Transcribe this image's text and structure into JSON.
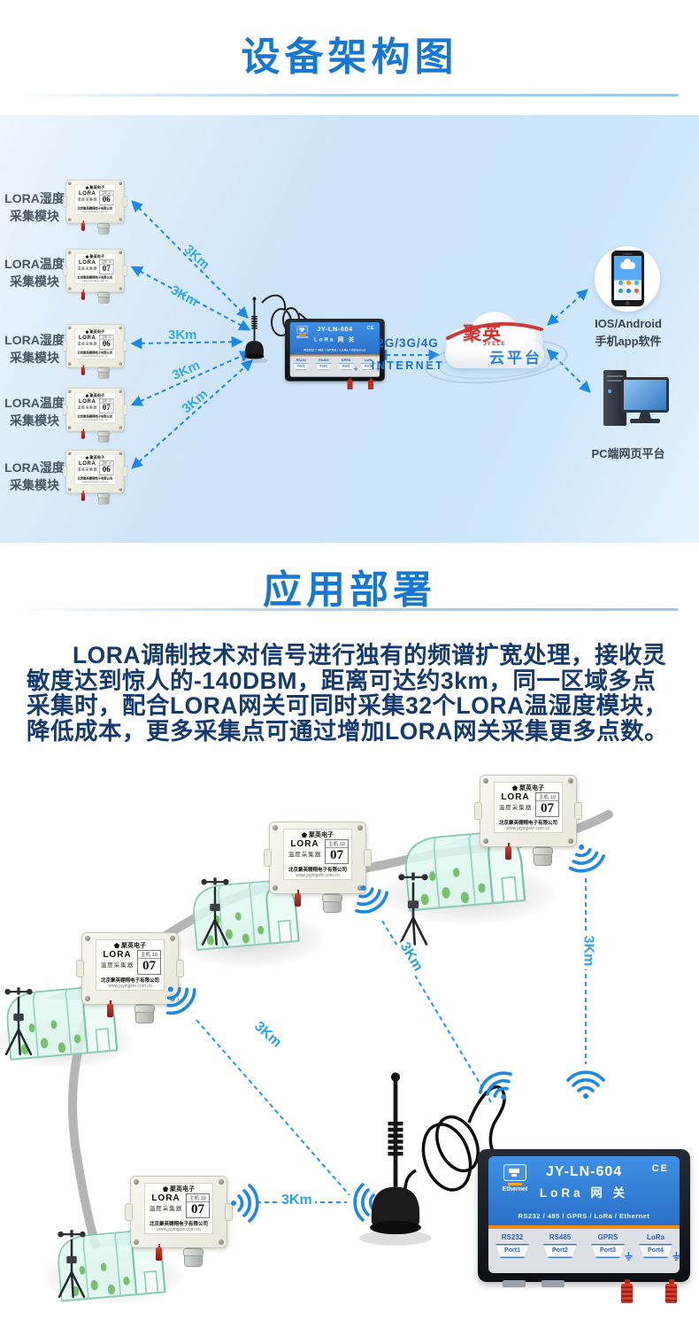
{
  "page": {
    "section1_title": "设备架构图",
    "section2_title": "应用部署"
  },
  "labels": {
    "distance": "3Km"
  },
  "architecture": {
    "sensors": [
      {
        "name_line1": "LORA湿度",
        "name_line2": "采集模块",
        "device_type": "湿度采集器",
        "number": "06"
      },
      {
        "name_line1": "LORA温度",
        "name_line2": "采集模块",
        "device_type": "温度采集器",
        "number": "07"
      },
      {
        "name_line1": "LORA湿度",
        "name_line2": "采集模块",
        "device_type": "湿度采集器",
        "number": "06"
      },
      {
        "name_line1": "LORA温度",
        "name_line2": "采集模块",
        "device_type": "温度采集器",
        "number": "07"
      },
      {
        "name_line1": "LORA湿度",
        "name_line2": "采集模块",
        "device_type": "湿度采集器",
        "number": "06"
      }
    ],
    "link": {
      "line1": "2G/3G/4G",
      "line2": "INTERNET"
    },
    "cloud": {
      "brand": "聚英",
      "brand_sub": "JYELE",
      "platform": "云平台"
    },
    "clients": {
      "phone_line1": "IOS/Android",
      "phone_line2": "手机app软件",
      "pc_label": "PC端网页平台"
    }
  },
  "deployment": {
    "paragraph_lines": [
      "LORA调制技术对信号进行独有的频谱扩宽处理，接收灵",
      "敏度达到惊人的-140DBM，距离可达约3km，同一区域多点",
      "采集时，配合LORA网关可同时采集32个LORA温湿度模块，",
      "降低成本，更多采集点可通过增加LORA网关采集更多点数。"
    ],
    "field_module": {
      "device_type": "温度采集器",
      "number": "07"
    }
  },
  "device_label": {
    "logo": "聚英电子",
    "product": "LORA",
    "host_label": "主机 10",
    "company": "北京聚英翱翔电子有限公司",
    "website": "www.juyingele.com.cn"
  },
  "gateway": {
    "model": "JY-LN-604",
    "name": "LoRa 网 关",
    "ce_mark": "CE",
    "ethernet_label": "Ethernet",
    "interfaces": "RS232 / 485 / GPRS / LoRa / Ethernet",
    "ports": [
      {
        "bus": "RS232",
        "port": "Port1"
      },
      {
        "bus": "RS485",
        "port": "Port2"
      },
      {
        "bus": "GPRS",
        "port": "Port3"
      },
      {
        "bus": "LoRa",
        "port": "Port4"
      }
    ]
  },
  "colors": {
    "title_blue": "#1678d0",
    "paragraph_navy": "#153a6d",
    "arrow_blue": "#1e88e5",
    "distance_blue": "#2aa7e8",
    "cloud_red": "#cf3330",
    "cloud_blue": "#2f80d9",
    "gateway_blue": "#2f7ed8",
    "stripe_orange": "#f08c1e"
  }
}
